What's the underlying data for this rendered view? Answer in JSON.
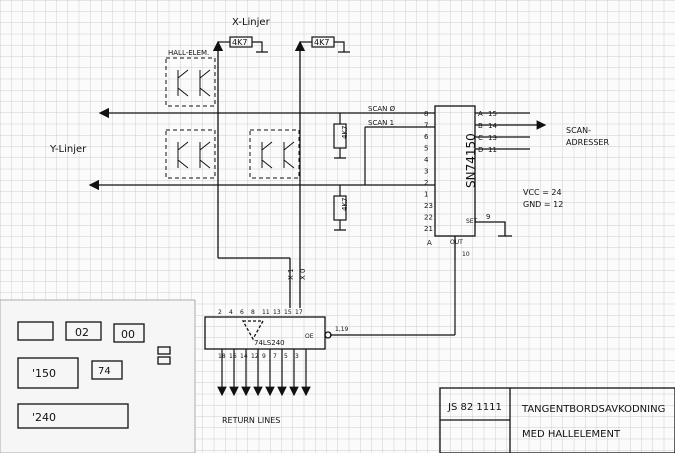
{
  "labels": {
    "x_lines": "X-Linjer",
    "y_lines": "Y-Linjer",
    "hall_elem": "HALL-ELEM.",
    "resistor_1": "4K7",
    "resistor_2": "4K7",
    "resistor_3": "4K7",
    "resistor_4": "4K7",
    "scan_0": "SCAN Ø",
    "scan_1": "SCAN 1",
    "scan_addresses_1": "SCAN-",
    "scan_addresses_2": "ADRESSER",
    "vcc": "VCC = 24",
    "gnd": "GND = 12",
    "ic_main": "SN74150",
    "ic_out": "OUT",
    "ic_set": "SET",
    "ic_buffer": "74LS240",
    "oe": "OE",
    "return_lines": "RETURN LINES",
    "line_labels": [
      "X 1",
      "X 0"
    ]
  },
  "ic_main_pins": {
    "inputs": [
      "8",
      "7",
      "6",
      "5",
      "4",
      "3",
      "2",
      "1",
      "23",
      "22",
      "21"
    ],
    "addresses_side": [
      "A",
      "B",
      "C",
      "D"
    ],
    "addresses_pins": [
      "15",
      "14",
      "13",
      "11"
    ],
    "right_letters": [
      "A",
      "B",
      "C",
      "D"
    ],
    "out_pin": "10",
    "set_pin": "9"
  },
  "buffer_pins": {
    "top": [
      "2",
      "4",
      "6",
      "8",
      "11",
      "13",
      "15",
      "17"
    ],
    "bottom": [
      "18",
      "16",
      "14",
      "12",
      "9",
      "7",
      "5",
      "3"
    ],
    "oe_pins": "1,19"
  },
  "title_block": {
    "drawing_id": "JS 82 1111",
    "title_1": "TANGENTBORDSAVKODNING",
    "title_2": "MED HALLELEMENT"
  },
  "stickers": [
    "02",
    "00",
    "'150",
    "74",
    "'240"
  ]
}
